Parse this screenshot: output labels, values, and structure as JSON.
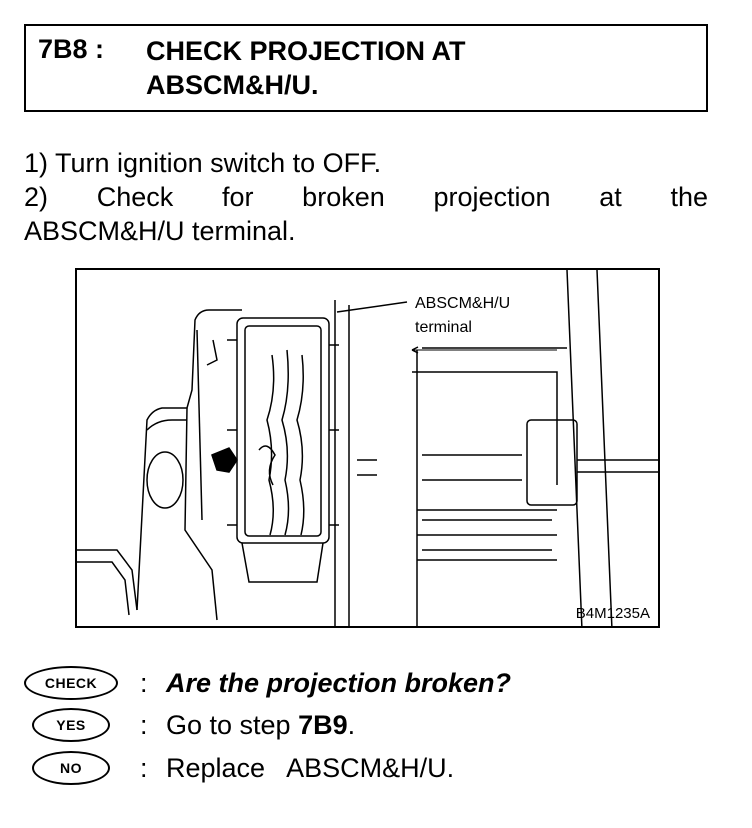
{
  "header": {
    "step_id": "7B8 :",
    "title_line1": "CHECK PROJECTION AT",
    "title_line2": "ABSCM&H/U."
  },
  "steps": {
    "step1": "1)  Turn ignition switch to OFF.",
    "step2": "2) Check  for  broken  projection  at  the",
    "step3": "ABSCM&H/U terminal."
  },
  "figure": {
    "callout_line1": "ABSCM&H/U",
    "callout_line2": "terminal",
    "code": "B4M1235A"
  },
  "check": {
    "badge": "CHECK",
    "question": "Are the projection broken?"
  },
  "yes": {
    "badge": "YES",
    "prefix": "Go to step ",
    "target": "7B9",
    "suffix": "."
  },
  "no": {
    "badge": "NO",
    "text": "Replace   ABSCM&H/U."
  }
}
